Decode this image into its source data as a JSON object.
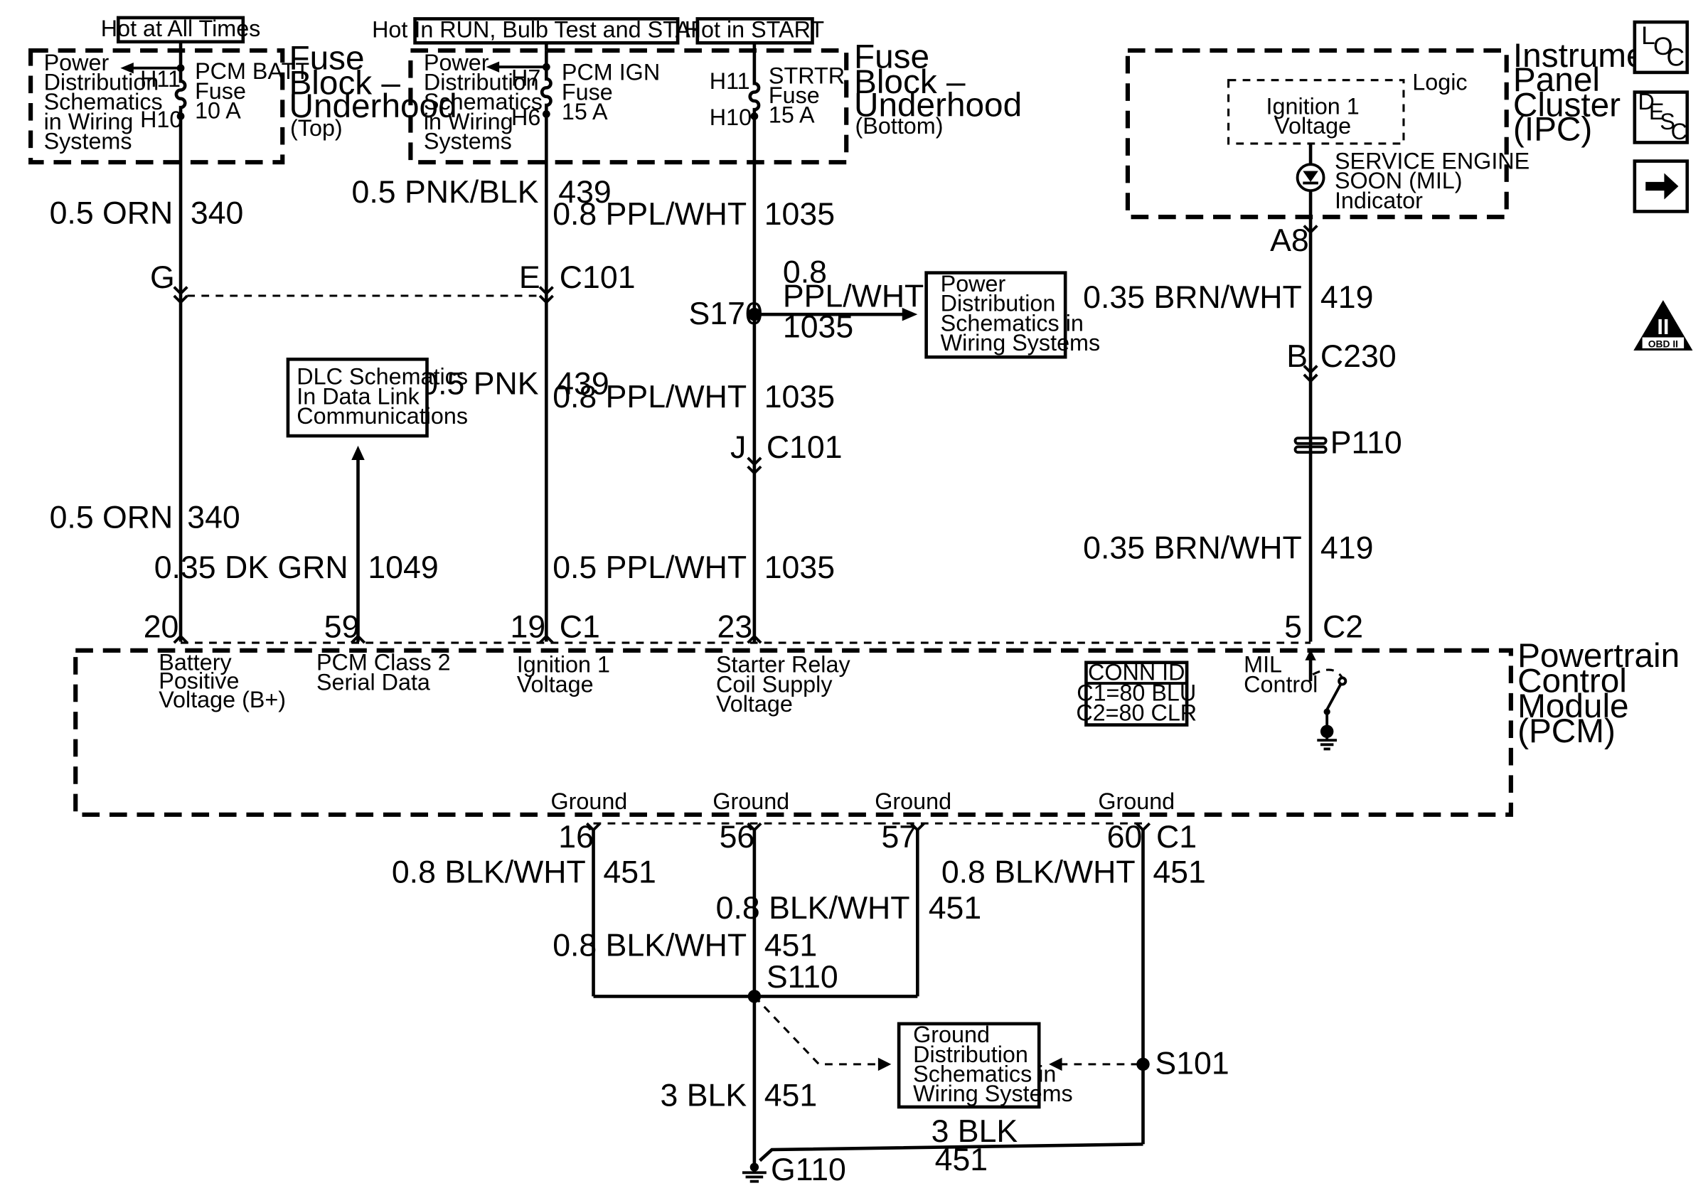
{
  "labels": {
    "hot_all": "Hot at All Times",
    "hot_run": "Hot In RUN, Bulb Test and START",
    "hot_start": "Hot in START",
    "fb1_pd": [
      "Power",
      "Distribution",
      "Schematics",
      "in Wiring",
      "Systems"
    ],
    "fb1_h11": "H11",
    "fb1_h10": "H10",
    "fb1_fuse": [
      "PCM BATT",
      "Fuse",
      "10 A"
    ],
    "fb1_title": [
      "Fuse",
      "Block –",
      "Underhood"
    ],
    "fb1_sub": "(Top)",
    "fb2_pd": [
      "Power",
      "Distribution",
      "Schematics",
      "in Wiring",
      "Systems"
    ],
    "fb2_h7": "H7",
    "fb2_h6": "H6",
    "fb2_fuse": [
      "PCM IGN",
      "Fuse",
      "15 A"
    ],
    "fb2_h11": "H11",
    "fb2_h10": "H10",
    "fb2_fuse2": [
      "STRTR",
      "Fuse",
      "15 A"
    ],
    "fb2_title": [
      "Fuse",
      "Block –",
      "Underhood"
    ],
    "fb2_sub": "(Bottom)",
    "ipc_logic": "Logic",
    "ipc_ign": [
      "Ignition 1",
      "Voltage"
    ],
    "ipc_mil": [
      "SERVICE ENGINE",
      "SOON (MIL)",
      "Indicator"
    ],
    "ipc_title": [
      "Instrument",
      "Panel",
      "Cluster",
      "(IPC)"
    ],
    "w340a": "0.5 ORN",
    "n340a": "340",
    "w439a": "0.5 PNK/BLK",
    "n439a": "439",
    "w1035a": "0.8 PPL/WHT",
    "n1035a": "1035",
    "g": "G",
    "e": "E",
    "c101a": "C101",
    "s170": "S170",
    "branch_size": "0.8",
    "branch_color": "PPL/WHT",
    "branch_num": "1035",
    "pd_box": [
      "Power",
      "Distribution",
      "Schematics in",
      "Wiring Systems"
    ],
    "a8": "A8",
    "w419a": "0.35 BRN/WHT",
    "n419a": "419",
    "b": "B",
    "c230": "C230",
    "p110": "P110",
    "dlc_box": [
      "DLC Schematics",
      "In Data Link",
      "Communications"
    ],
    "w439b": "0.5 PNK",
    "n439b": "439",
    "w1035b": "0.8 PPL/WHT",
    "n1035b": "1035",
    "j": "J",
    "c101b": "C101",
    "w340b": "0.5 ORN",
    "n340b": "340",
    "w1049": "0.35 DK GRN",
    "n1049": "1049",
    "w1035c": "0.5 PPL/WHT",
    "n1035c": "1035",
    "w419b": "0.35 BRN/WHT",
    "n419b": "419",
    "p20": "20",
    "p59": "59",
    "p19": "19",
    "c1a": "C1",
    "p23": "23",
    "p5": "5",
    "c2": "C2",
    "pcm_bplus": [
      "Battery",
      "Positive",
      "Voltage (B+)"
    ],
    "pcm_class2": [
      "PCM Class 2",
      "Serial Data"
    ],
    "pcm_ign": [
      "Ignition 1",
      "Voltage"
    ],
    "pcm_starter": [
      "Starter Relay",
      "Coil Supply",
      "Voltage"
    ],
    "conn_id": [
      "CONN ID",
      "C1=80 BLU",
      "C2=80 CLR"
    ],
    "pcm_mil": [
      "MIL",
      "Control"
    ],
    "pcm_title": [
      "Powertrain",
      "Control",
      "Module",
      "(PCM)"
    ],
    "ground": "Ground",
    "p16": "16",
    "p56": "56",
    "p57": "57",
    "p60": "60",
    "c1b": "C1",
    "w451a": "0.8 BLK/WHT",
    "n451a": "451",
    "w451b": "0.8 BLK/WHT",
    "n451b": "451",
    "w451c": "0.8 BLK/WHT",
    "n451c": "451",
    "w451d": "0.8 BLK/WHT",
    "n451d": "451",
    "s110": "S110",
    "gd_box": [
      "Ground",
      "Distribution",
      "Schematics in",
      "Wiring Systems"
    ],
    "s101": "S101",
    "w451e": "3 BLK",
    "n451e": "451",
    "w451f": "3 BLK",
    "n451f": "451",
    "g110": "G110",
    "icon_loc": [
      "L",
      "O",
      "C"
    ],
    "icon_desc": [
      "D",
      "E",
      "S",
      "C"
    ],
    "icon_obd": [
      "II",
      "OBD II"
    ]
  }
}
